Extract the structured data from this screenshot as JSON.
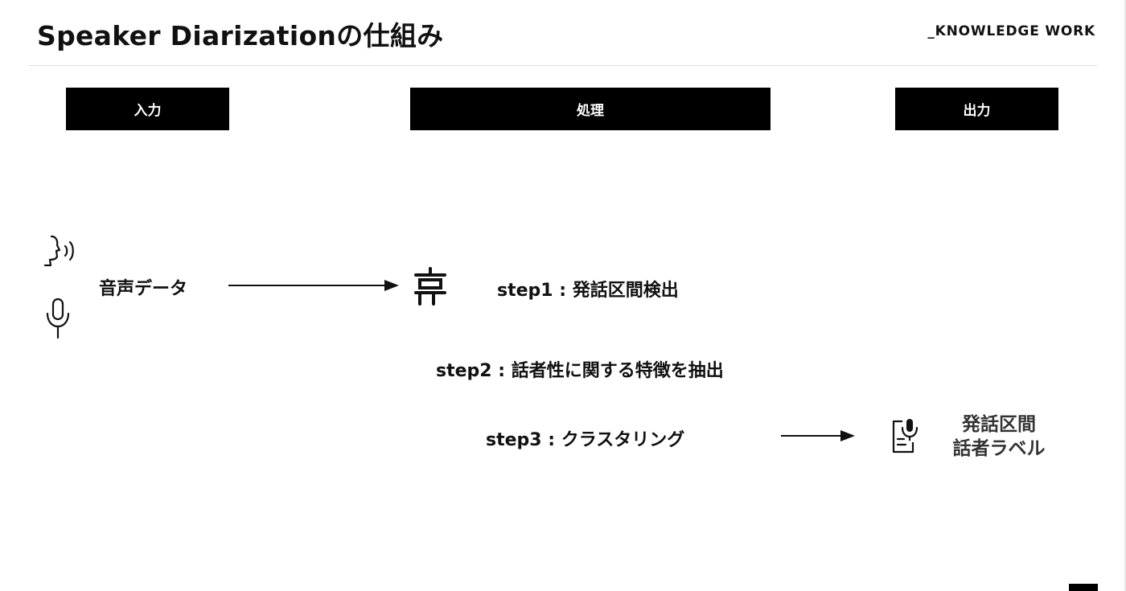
{
  "header": {
    "title": "Speaker Diarizationの仕組み",
    "brand": "_KNOWLEDGE WORK"
  },
  "columns": {
    "input": "入力",
    "process": "処理",
    "output": "出力"
  },
  "input": {
    "label": "音声データ",
    "icons": [
      "speaking-head-icon",
      "microphone-icon"
    ]
  },
  "process": {
    "icon": "segment-detection-icon",
    "step1": "step1 : 発話区間検出",
    "step2": "step2 : 話者性に関する特徴を抽出",
    "step3": "step3 : クラスタリング"
  },
  "output": {
    "icon": "transcript-document-icon",
    "line1": "発話区間",
    "line2": "話者ラベル"
  },
  "colors": {
    "header_bg": "#000000",
    "header_text": "#ffffff",
    "text": "#111111",
    "divider": "#dcdcdc"
  }
}
